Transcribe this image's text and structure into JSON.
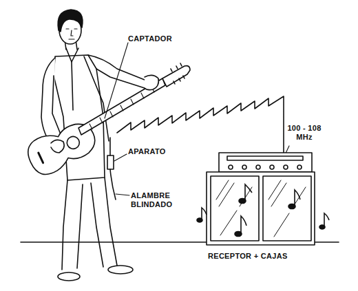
{
  "diagram": {
    "labels": [
      "CAPTADOR",
      "APARATO",
      "ALAMBRE BLINDADO",
      "100 - 108 MHz",
      "RECEPTOR + CAJAS"
    ]
  }
}
